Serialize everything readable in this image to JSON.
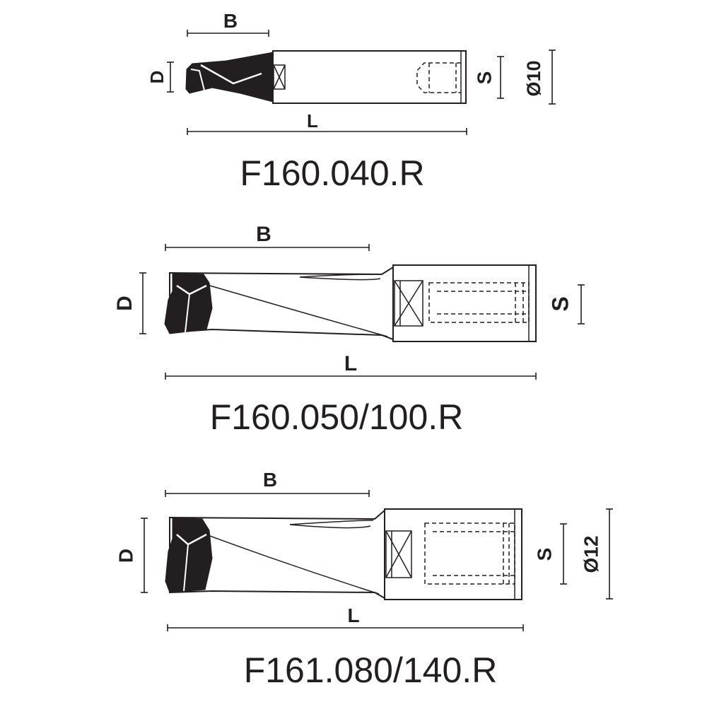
{
  "drills": [
    {
      "code": "F160.040.R",
      "labels": {
        "b": "B",
        "d": "D",
        "l": "L",
        "s": "S",
        "dia": "Ø10"
      }
    },
    {
      "code": "F160.050/100.R",
      "labels": {
        "b": "B",
        "d": "D",
        "l": "L",
        "s": "S"
      }
    },
    {
      "code": "F161.080/140.R",
      "labels": {
        "b": "B",
        "d": "D",
        "l": "L",
        "s": "S",
        "dia": "Ø12"
      }
    }
  ],
  "colors": {
    "ink": "#231f20",
    "background": "#ffffff"
  }
}
